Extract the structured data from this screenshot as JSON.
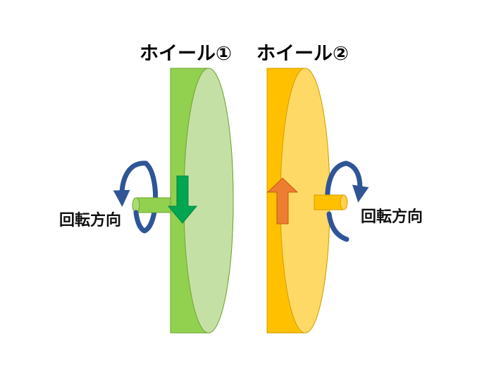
{
  "wheels": [
    {
      "title": "ホイール①",
      "rotation_label": "回転方向",
      "colors": {
        "face": "#92D050",
        "inner_face": "#C5E0A5",
        "rim_stroke": "#6FA532",
        "axle": "#92D050",
        "arrow": "#00A651"
      },
      "surface_arrow": "down-arrow-icon",
      "rotation_arrow": "counterclockwise-arrow-icon"
    },
    {
      "title": "ホイール②",
      "rotation_label": "回転方向",
      "colors": {
        "face": "#FFC000",
        "inner_face": "#FFD966",
        "rim_stroke": "#D39E00",
        "axle": "#FFC000",
        "arrow": "#ED7D31"
      },
      "surface_arrow": "up-arrow-icon",
      "rotation_arrow": "clockwise-arrow-icon"
    }
  ],
  "rotation_arrow_color": "#2F5597"
}
